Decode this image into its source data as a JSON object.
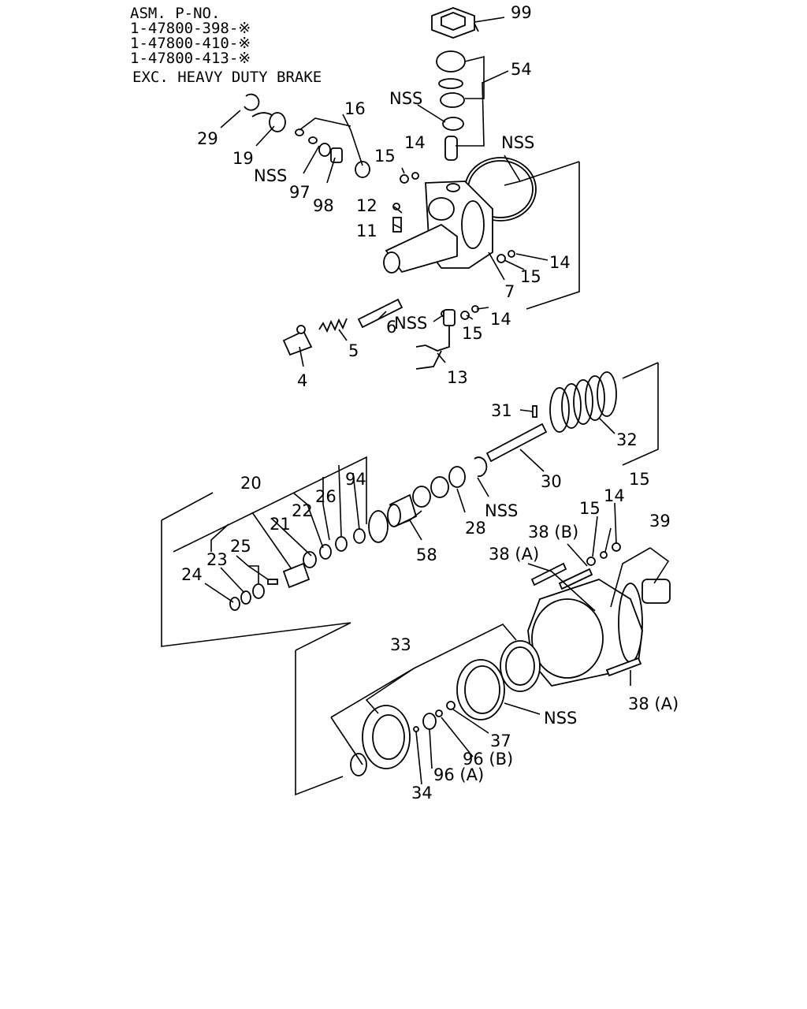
{
  "header": {
    "asm_title": "ASM. P-NO.",
    "part_numbers": [
      "1-47800-398-※",
      "1-47800-410-※",
      "1-47800-413-※"
    ],
    "note": "EXC. HEAVY DUTY BRAKE"
  },
  "callouts": {
    "c99": "99",
    "c54": "54",
    "nss_top": "NSS",
    "c16": "16",
    "c29": "29",
    "c19": "19",
    "nss_left": "NSS",
    "c97": "97",
    "c98": "98",
    "c15_a": "15",
    "c14_a": "14",
    "nss_ring": "NSS",
    "c12": "12",
    "c11": "11",
    "c14_b": "14",
    "c15_b": "15",
    "c7": "7",
    "nss_low": "NSS",
    "c15_c": "15",
    "c14_c": "14",
    "c6": "6",
    "c5": "5",
    "c4": "4",
    "c13": "13",
    "c31": "31",
    "c32": "32",
    "c30": "30",
    "nss_mid": "NSS",
    "c28": "28",
    "c58": "58",
    "c20": "20",
    "c94": "94",
    "c26": "26",
    "c22": "22",
    "c21": "21",
    "c25": "25",
    "c23": "23",
    "c24": "24",
    "c15_d": "15",
    "c15_e": "15",
    "c14_d": "14",
    "c39": "39",
    "c38b": "38 (B)",
    "c38a_1": "38 (A)",
    "c38a_2": "38 (A)",
    "c33": "33",
    "nss_bot": "NSS",
    "c37": "37",
    "c96b": "96 (B)",
    "c96a": "96 (A)",
    "c34": "34"
  }
}
